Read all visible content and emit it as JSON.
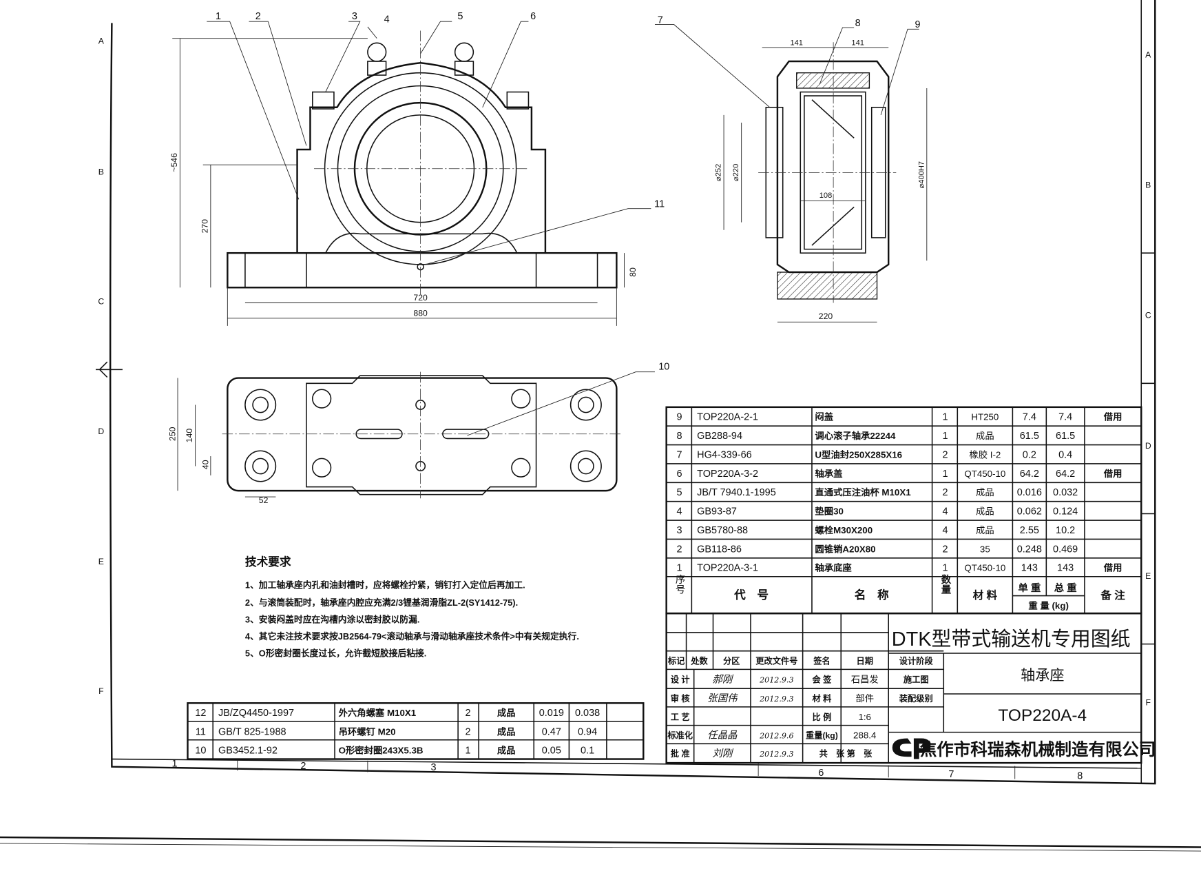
{
  "zones_left": [
    "A",
    "B",
    "C",
    "D",
    "E",
    "F"
  ],
  "zones_right": [
    "A",
    "B",
    "C",
    "D",
    "E",
    "F"
  ],
  "zones_bottom": [
    "1",
    "2",
    "3",
    "6",
    "7",
    "8"
  ],
  "leaders": [
    "1",
    "2",
    "3",
    "4",
    "5",
    "6",
    "7",
    "8",
    "9",
    "10",
    "11"
  ],
  "front_view": {
    "dims": [
      "720",
      "880",
      "~546",
      "270",
      "80"
    ]
  },
  "side_view": {
    "dims": [
      "141",
      "141",
      "⌀252",
      "⌀220",
      "108",
      "⌀400H7",
      "220"
    ]
  },
  "top_view": {
    "dims": [
      "250",
      "140",
      "40",
      "52"
    ]
  },
  "tech_requirements": {
    "title": "技术要求",
    "items": [
      "1、加工轴承座内孔和油封槽时，应将螺栓拧紧，销钉打入定位后再加工.",
      "2、与滚筒装配时，轴承座内腔应充满2/3锂基润滑脂ZL-2(SY1412-75).",
      "3、安装闷盖时应在沟槽内涂以密封胶以防漏.",
      "4、其它未注技术要求按JB2564-79<滚动轴承与滑动轴承座技术条件>中有关规定执行.",
      "5、O形密封圈长度过长，允许截短胶接后粘接."
    ]
  },
  "parts_table": {
    "headers": {
      "no": "序号",
      "code": "代　号",
      "name": "名　称",
      "qty": "数量",
      "material": "材 料",
      "unit_weight": "单 重",
      "total_weight": "总 重",
      "weight_unit": "重 量 (kg)",
      "remark": "备 注"
    },
    "rows": [
      {
        "no": "9",
        "code": "TOP220A-2-1",
        "name": "闷盖",
        "qty": "1",
        "material": "HT250",
        "unit_weight": "7.4",
        "total_weight": "7.4",
        "remark": "借用"
      },
      {
        "no": "8",
        "code": "GB288-94",
        "name": "调心滚子轴承22244",
        "qty": "1",
        "material": "成品",
        "unit_weight": "61.5",
        "total_weight": "61.5",
        "remark": ""
      },
      {
        "no": "7",
        "code": "HG4-339-66",
        "name": "U型油封250X285X16",
        "qty": "2",
        "material": "橡胶 I-2",
        "unit_weight": "0.2",
        "total_weight": "0.4",
        "remark": ""
      },
      {
        "no": "6",
        "code": "TOP220A-3-2",
        "name": "轴承盖",
        "qty": "1",
        "material": "QT450-10",
        "unit_weight": "64.2",
        "total_weight": "64.2",
        "remark": "借用"
      },
      {
        "no": "5",
        "code": "JB/T 7940.1-1995",
        "name": "直通式压注油杯 M10X1",
        "qty": "2",
        "material": "成品",
        "unit_weight": "0.016",
        "total_weight": "0.032",
        "remark": ""
      },
      {
        "no": "4",
        "code": "GB93-87",
        "name": "垫圈30",
        "qty": "4",
        "material": "成品",
        "unit_weight": "0.062",
        "total_weight": "0.124",
        "remark": ""
      },
      {
        "no": "3",
        "code": "GB5780-88",
        "name": "螺栓M30X200",
        "qty": "4",
        "material": "成品",
        "unit_weight": "2.55",
        "total_weight": "10.2",
        "remark": ""
      },
      {
        "no": "2",
        "code": "GB118-86",
        "name": "圆锥销A20X80",
        "qty": "2",
        "material": "35",
        "unit_weight": "0.248",
        "total_weight": "0.469",
        "remark": ""
      },
      {
        "no": "1",
        "code": "TOP220A-3-1",
        "name": "轴承底座",
        "qty": "1",
        "material": "QT450-10",
        "unit_weight": "143",
        "total_weight": "143",
        "remark": "借用"
      }
    ]
  },
  "lower_parts_table": {
    "rows": [
      {
        "no": "12",
        "code": "JB/ZQ4450-1997",
        "name": "外六角螺塞 M10X1",
        "qty": "2",
        "material": "成品",
        "unit_weight": "0.019",
        "total_weight": "0.038"
      },
      {
        "no": "11",
        "code": "GB/T 825-1988",
        "name": "吊环螺钉 M20",
        "qty": "2",
        "material": "成品",
        "unit_weight": "0.47",
        "total_weight": "0.94"
      },
      {
        "no": "10",
        "code": "GB3452.1-92",
        "name": "O形密封圈243X5.3B",
        "qty": "1",
        "material": "成品",
        "unit_weight": "0.05",
        "total_weight": "0.1"
      }
    ]
  },
  "title_block": {
    "project": "DTK型带式输送机专用图纸",
    "part_name": "轴承座",
    "drawing_no": "TOP220A-4",
    "company": "焦作市科瑞森机械制造有限公司",
    "revision_headers": [
      "标记",
      "处数",
      "分区",
      "更改文件号",
      "签名",
      "日期"
    ],
    "design_stage_label": "设计阶段",
    "design_stage": "施工图",
    "assembly_level_label": "装配级别",
    "design_label": "设 计",
    "design_sig": "郝刚",
    "design_date": "2012.9.3",
    "countersign_label": "会 签",
    "countersign_sig": "石昌发",
    "review_label": "审 核",
    "review_sig": "张国伟",
    "review_date": "2012.9.3",
    "material_label": "材 料",
    "material_value": "部件",
    "process_label": "工 艺",
    "scale_label": "比 例",
    "scale": "1:6",
    "standard_label": "标准化",
    "standard_sig": "任晶晶",
    "standard_date": "2012.9.6",
    "weight_label": "重量(kg)",
    "weight": "288.4",
    "approve_label": "批 准",
    "approve_sig": "刘刚",
    "approve_date": "2012.9.3",
    "sheets": "共　张 第　张"
  }
}
